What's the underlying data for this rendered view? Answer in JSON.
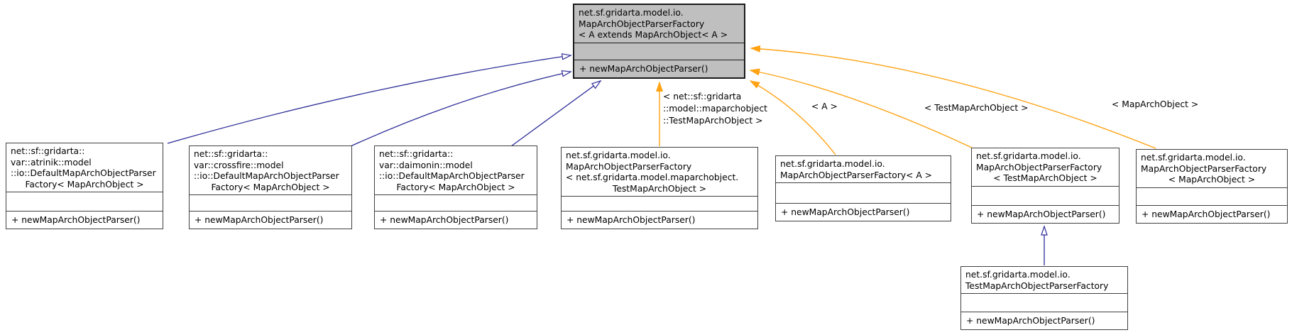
{
  "colors": {
    "inheritance_edge": "#2e2e99",
    "template_edge": "#ffa314",
    "highlight_fill": "#bfbfbf",
    "node_border": "#404040",
    "background": "#ffffff"
  },
  "nodes": {
    "template_factory": {
      "title_lines": [
        "net.sf.gridarta.model.io.",
        "MapArchObjectParserFactory",
        "< A extends MapArchObject< A >"
      ],
      "method": "+ newMapArchObjectParser()"
    },
    "atrinik": {
      "title_lines": [
        "net::sf::gridarta::",
        "var::atrinik::model",
        "::io::DefaultMapArchObjectParser",
        "Factory< MapArchObject >"
      ],
      "method": "+ newMapArchObjectParser()"
    },
    "crossfire": {
      "title_lines": [
        "net::sf::gridarta::",
        "var::crossfire::model",
        "::io::DefaultMapArchObjectParser",
        "Factory< MapArchObject >"
      ],
      "method": "+ newMapArchObjectParser()"
    },
    "daimonin": {
      "title_lines": [
        "net::sf::gridarta::",
        "var::daimonin::model",
        "::io::DefaultMapArchObjectParser",
        "Factory< MapArchObject >"
      ],
      "method": "+ newMapArchObjectParser()"
    },
    "test_arg_instance": {
      "title_lines": [
        "net.sf.gridarta.model.io.",
        "MapArchObjectParserFactory",
        "< net.sf.gridarta.model.maparchobject.",
        "TestMapArchObject >"
      ],
      "method": "+ newMapArchObjectParser()"
    },
    "a_instance": {
      "title_lines": [
        "net.sf.gridarta.model.io.",
        "MapArchObjectParserFactory< A >"
      ],
      "method": "+ newMapArchObjectParser()"
    },
    "test_param_instance": {
      "title_lines": [
        "net.sf.gridarta.model.io.",
        "MapArchObjectParserFactory",
        "< TestMapArchObject >"
      ],
      "method": "+ newMapArchObjectParser()"
    },
    "map_param_instance": {
      "title_lines": [
        "net.sf.gridarta.model.io.",
        "MapArchObjectParserFactory",
        "< MapArchObject >"
      ],
      "method": "+ newMapArchObjectParser()"
    },
    "test_factory": {
      "title_lines": [
        "net.sf.gridarta.model.io.",
        "TestMapArchObjectParserFactory"
      ],
      "method": "+ newMapArchObjectParser()"
    }
  },
  "labels": {
    "test_args": {
      "line1": "< net::sf::gridarta",
      "line2": "::model::maparchobject",
      "line3": "::TestMapArchObject >"
    },
    "a_args": "< A >",
    "test_param_args": "< TestMapArchObject >",
    "map_args": "< MapArchObject >"
  }
}
